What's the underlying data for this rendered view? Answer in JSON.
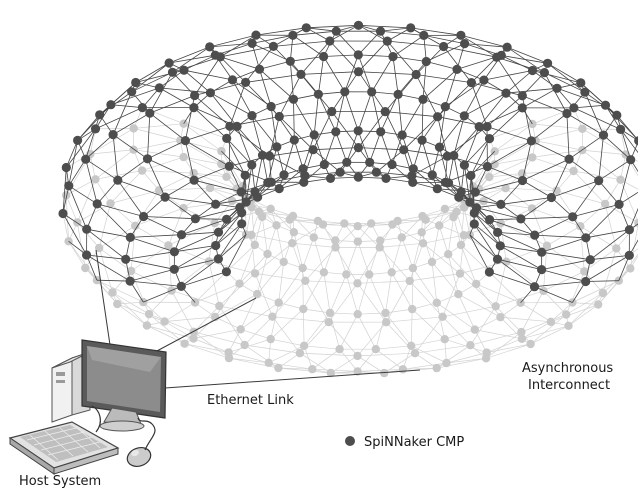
{
  "labels": {
    "interconnect_line1": "Asynchronous",
    "interconnect_line2": "Interconnect",
    "ethernet": "Ethernet Link",
    "host": "Host System",
    "legend": "SpiNNaker CMP"
  },
  "colors": {
    "node_front": "#4d4d4d",
    "node_back": "#c8c8c8",
    "edge_front": "#444444",
    "edge_back": "#d2d2d2",
    "wire": "#333333"
  },
  "torus": {
    "major_rings": 32,
    "minor_rings": 12
  }
}
